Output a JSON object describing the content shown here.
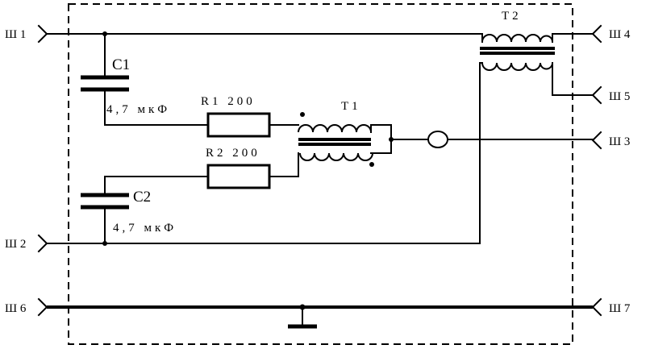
{
  "connectors": {
    "x1": "Ш 1",
    "x2": "Ш 2",
    "x3": "Ш 3",
    "x4": "Ш 4",
    "x5": "Ш 5",
    "x6": "Ш 6",
    "x7": "Ш 7"
  },
  "components": {
    "c1": {
      "name": "C1",
      "value": "4,7 мкФ"
    },
    "c2": {
      "name": "C2",
      "value": "4,7 мкФ"
    },
    "r1": {
      "label": "R1 200"
    },
    "r2": {
      "label": "R2 200"
    },
    "t1": {
      "name": "T1"
    },
    "t2": {
      "name": "T2"
    }
  }
}
